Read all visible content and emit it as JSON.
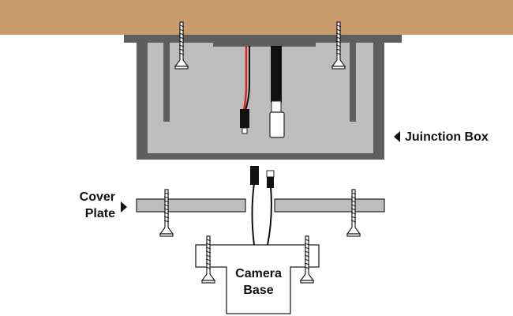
{
  "labels": {
    "junction_box": "Juinction Box",
    "cover_plate_line1": "Cover",
    "cover_plate_line2": "Plate",
    "camera_base_line1": "Camera",
    "camera_base_line2": "Base"
  },
  "colors": {
    "ceiling": "#c89c6c",
    "box_wall": "#5e5e5e",
    "box_interior": "#bdbdbd",
    "plate_fill": "#bdbdbd",
    "outline": "#222222",
    "red_wire": "#e01e1e",
    "black_wire": "#111111",
    "screw": "#ffffff"
  },
  "icons": {
    "pointer": "triangle-arrow-icon",
    "screw": "screw-icon",
    "connector": "plug-connector-icon"
  }
}
